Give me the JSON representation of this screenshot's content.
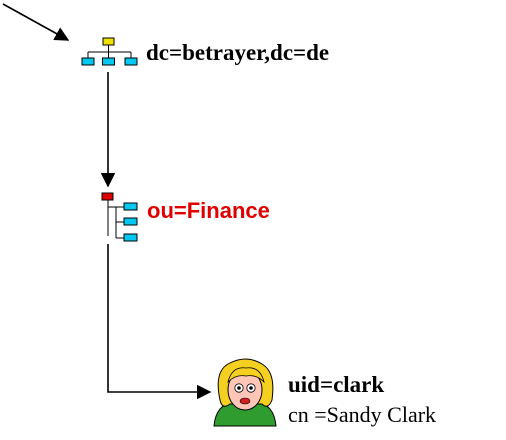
{
  "nodes": {
    "root": {
      "label": "dc=betrayer,dc=de",
      "icon": "domain-tree-icon",
      "color": "#000000"
    },
    "ou": {
      "label": "ou=Finance",
      "icon": "org-unit-icon",
      "color": "#e00000"
    },
    "user": {
      "label": "uid=clark",
      "attribute": "cn =Sandy Clark",
      "icon": "user-avatar-icon",
      "color": "#000000"
    }
  },
  "colors": {
    "icon_box_cyan": "#00c8f0",
    "icon_root_top": "#f0e000",
    "icon_ou_top": "#e00000",
    "connector": "#000000"
  }
}
